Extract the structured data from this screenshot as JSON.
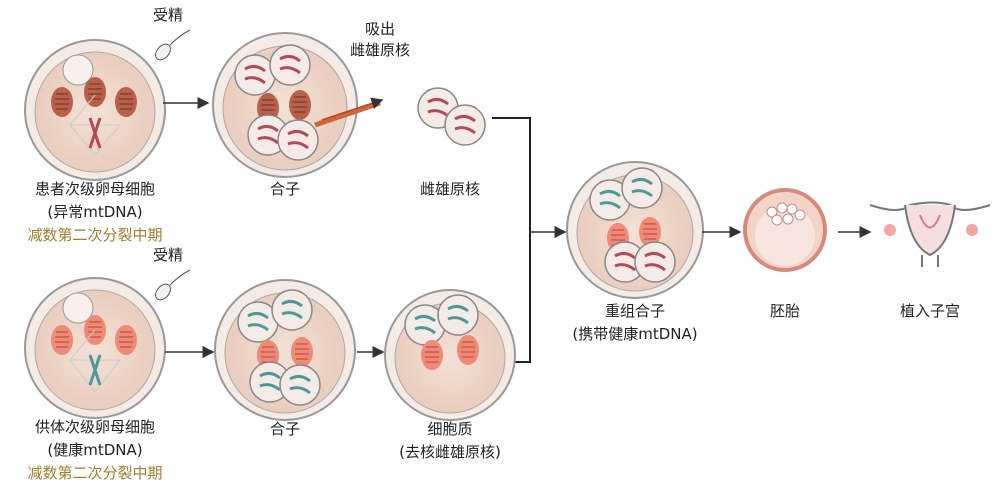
{
  "labels": {
    "fertilization_top": "受精",
    "fertilization_bottom": "受精",
    "aspirate_line1": "吸出",
    "aspirate_line2": "雌雄原核",
    "patient_oocyte": "患者次级卵母细胞",
    "patient_mtdna": "(异常mtDNA)",
    "patient_stage": "减数第二次分裂中期",
    "zygote_top": "合子",
    "pronuclei": "雌雄原核",
    "reconstructed_zygote": "重组合子",
    "reconstructed_mtdna": "(携带健康mtDNA)",
    "embryo": "胚胎",
    "implant": "植入子宫",
    "donor_oocyte": "供体次级卵母细胞",
    "donor_mtdna": "(健康mtDNA)",
    "donor_stage": "减数第二次分裂中期",
    "zygote_bottom": "合子",
    "cytoplasm": "细胞质",
    "cytoplasm_note": "(去核雌雄原核)"
  },
  "colors": {
    "stage_text": "#a47c2c",
    "abnormal_mito": "#b8604a",
    "healthy_mito": "#e8786a",
    "healthy_chrom": "#4a9a9a"
  }
}
